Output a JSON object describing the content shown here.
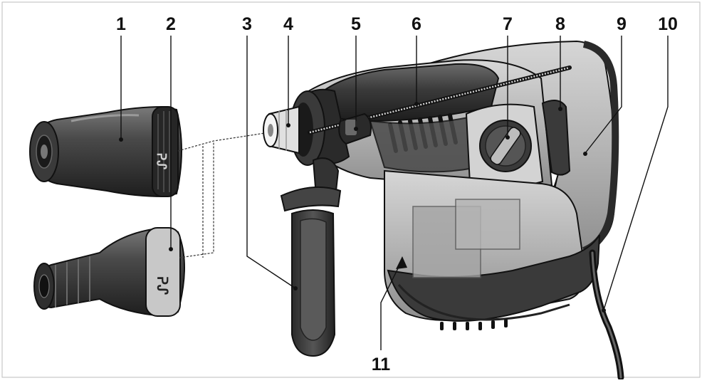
{
  "callouts": [
    {
      "label": "1",
      "part": "chuck-1"
    },
    {
      "label": "2",
      "part": "chuck-2"
    },
    {
      "label": "3",
      "part": "side-handle"
    },
    {
      "label": "4",
      "part": "tool-holder"
    },
    {
      "label": "5",
      "part": "depth-stop-clamp"
    },
    {
      "label": "6",
      "part": "depth-stop-rod"
    },
    {
      "label": "7",
      "part": "mode-selector"
    },
    {
      "label": "8",
      "part": "trigger"
    },
    {
      "label": "9",
      "part": "main-handle"
    },
    {
      "label": "10",
      "part": "power-cord"
    },
    {
      "label": "11",
      "part": "motor-housing"
    }
  ],
  "colors": {
    "outline": "#1a1a1a",
    "dark": "#2e2e2e",
    "mid": "#5a5a5a",
    "light": "#a9a9a9",
    "lighter": "#c9c9c9",
    "frame": "#bdbdbd"
  }
}
